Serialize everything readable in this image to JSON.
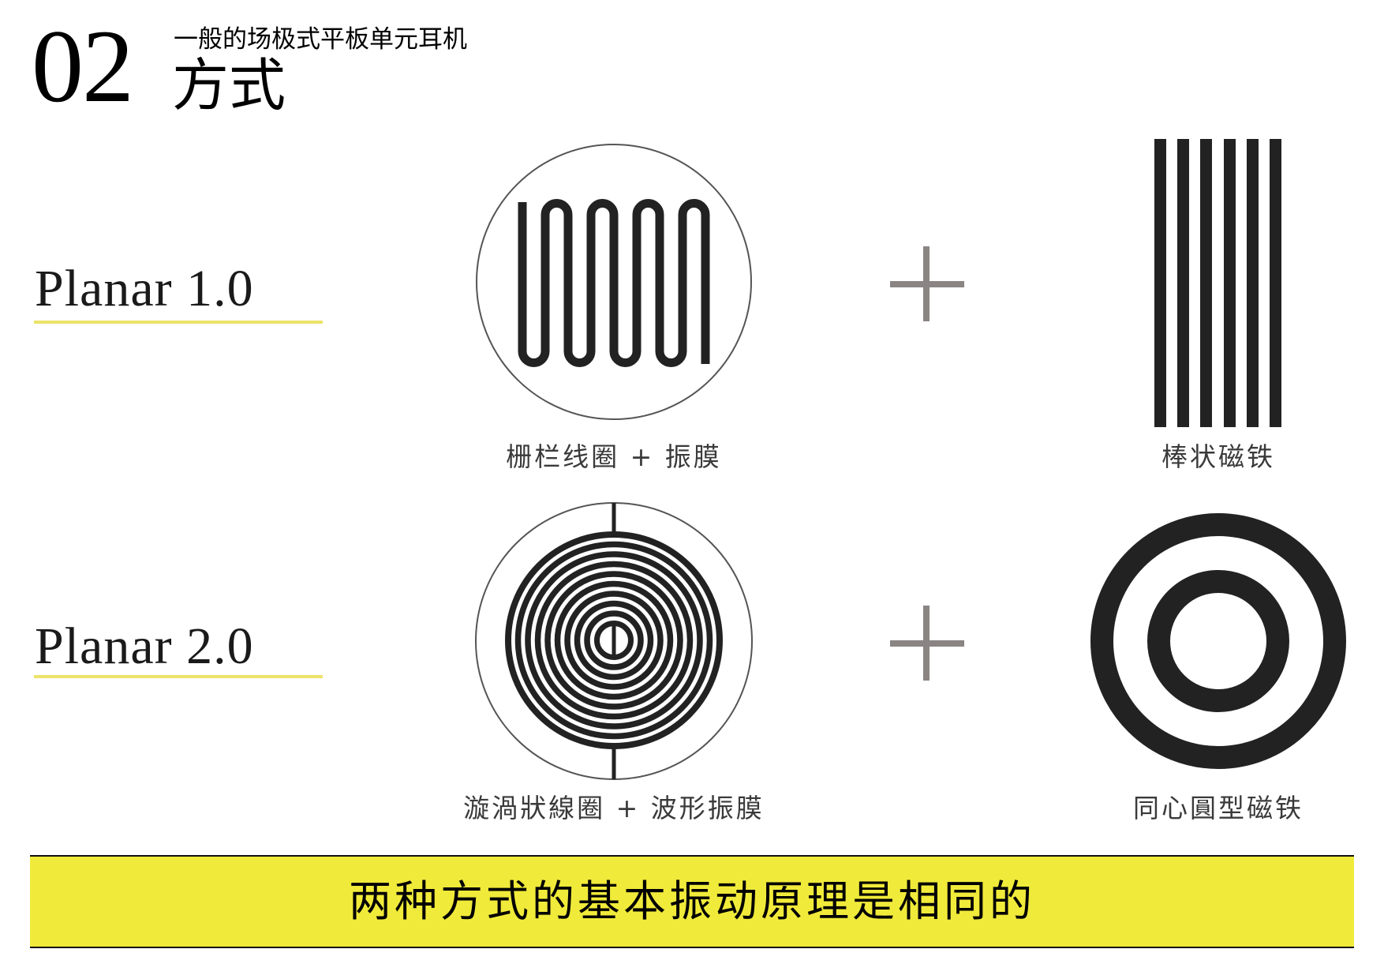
{
  "header": {
    "section_number": "02",
    "subtitle": "一般的场极式平板单元耳机",
    "title": "方式"
  },
  "rows": [
    {
      "label": "Planar 1.0",
      "coil_caption": "栅栏线圈 + 振膜",
      "coil_icon": "serpentine-coil-diaphragm",
      "operator": "+",
      "magnet_caption": "棒状磁铁",
      "magnet_icon": "bar-magnets",
      "magnet_bar_count": 6
    },
    {
      "label": "Planar 2.0",
      "coil_caption": "漩渦狀線圈 + 波形振膜",
      "coil_icon": "spiral-coil-wave-diaphragm",
      "operator": "+",
      "magnet_caption": "同心圓型磁铁",
      "magnet_icon": "concentric-ring-magnets",
      "magnet_ring_count": 2
    }
  ],
  "footer": {
    "banner_text": "两种方式的基本振动原理是相同的"
  },
  "colors": {
    "accent_yellow": "#f0ea3a",
    "underline_yellow": "#ece36a",
    "plus_gray": "#8a8483",
    "shape_black": "#222222",
    "caption_gray": "#3a3a3a"
  }
}
